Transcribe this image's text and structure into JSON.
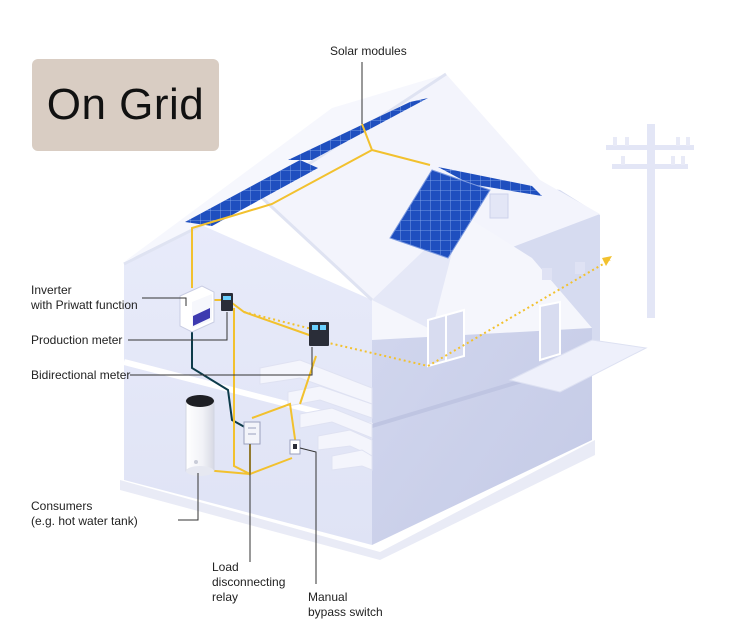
{
  "badge": {
    "text": "On Grid"
  },
  "labels": {
    "solar_modules": "Solar modules",
    "inverter_line1": "Inverter",
    "inverter_line2": "with Priwatt function",
    "production_meter": "Production meter",
    "bidirectional_meter": "Bidirectional meter",
    "consumers_line1": "Consumers",
    "consumers_line2": "(e.g. hot water tank)",
    "load_relay_line1": "Load",
    "load_relay_line2": "disconnecting",
    "load_relay_line3": "relay",
    "bypass_line1": "Manual",
    "bypass_line2": "bypass switch"
  },
  "colors": {
    "house_light": "#eef0fb",
    "house_mid": "#dde1f3",
    "house_dark": "#c9cee8",
    "roof": "#f4f5fc",
    "panel": "#1f4fbf",
    "wire_ac": "#f2c12e",
    "wire_dc": "#0d3b4a",
    "leader": "#333333"
  },
  "icons": [
    "solar-panel-icon",
    "inverter-icon",
    "meter-icon",
    "water-tank-icon",
    "relay-icon",
    "switch-icon",
    "utility-pole-icon"
  ]
}
